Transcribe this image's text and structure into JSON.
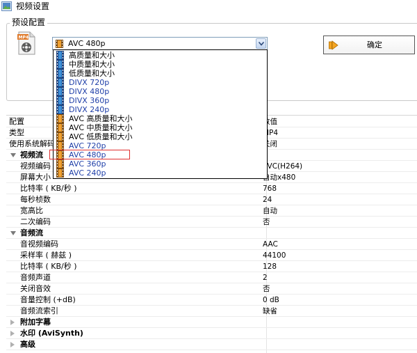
{
  "window": {
    "title": "视频设置"
  },
  "preset": {
    "group_label": "预设配置",
    "selected": "AVC 480p",
    "ok_label": "确定",
    "options": [
      {
        "label": "高质量和大小",
        "icon": "film-blue-icon",
        "style": "black"
      },
      {
        "label": "中质量和大小",
        "icon": "film-blue-icon",
        "style": "black"
      },
      {
        "label": "低质量和大小",
        "icon": "film-blue-icon",
        "style": "black"
      },
      {
        "label": "DIVX 720p",
        "icon": "film-blue-icon",
        "style": "blue"
      },
      {
        "label": "DIVX 480p",
        "icon": "film-blue-icon",
        "style": "blue"
      },
      {
        "label": "DIVX 360p",
        "icon": "film-blue-icon",
        "style": "blue"
      },
      {
        "label": "DIVX 240p",
        "icon": "film-blue-icon",
        "style": "blue"
      },
      {
        "label": "AVC 高质量和大小",
        "icon": "film-orange-icon",
        "style": "black"
      },
      {
        "label": "AVC 中质量和大小",
        "icon": "film-orange-icon",
        "style": "black"
      },
      {
        "label": "AVC 低质量和大小",
        "icon": "film-orange-icon",
        "style": "black"
      },
      {
        "label": "AVC 720p",
        "icon": "film-orange-icon",
        "style": "blue"
      },
      {
        "label": "AVC 480p",
        "icon": "film-orange-icon",
        "style": "blue"
      },
      {
        "label": "AVC 360p",
        "icon": "film-orange-icon",
        "style": "blue"
      },
      {
        "label": "AVC 240p",
        "icon": "film-orange-icon",
        "style": "blue"
      }
    ],
    "highlighted_option": "AVC 480p"
  },
  "grid": {
    "rows": [
      {
        "key": "配置",
        "value": "数值",
        "kind": "plain"
      },
      {
        "key": "类型",
        "value": "MP4",
        "kind": "plain"
      },
      {
        "key": "使用系统解码器",
        "value": "关闭",
        "kind": "plain"
      },
      {
        "key": "视频流",
        "value": "",
        "kind": "section-open"
      },
      {
        "key": "视频编码",
        "value": "AVC(H264)",
        "kind": "sub"
      },
      {
        "key": "屏幕大小",
        "value": "自动x480",
        "kind": "sub"
      },
      {
        "key": "比特率 ( KB/秒 )",
        "value": "768",
        "kind": "sub"
      },
      {
        "key": "每秒桢数",
        "value": "24",
        "kind": "sub"
      },
      {
        "key": "宽高比",
        "value": "自动",
        "kind": "sub"
      },
      {
        "key": "二次编码",
        "value": "否",
        "kind": "sub"
      },
      {
        "key": "音频流",
        "value": "",
        "kind": "section-open"
      },
      {
        "key": "音视频编码",
        "value": "AAC",
        "kind": "sub"
      },
      {
        "key": "采样率 ( 赫兹 )",
        "value": "44100",
        "kind": "sub"
      },
      {
        "key": "比特率 ( KB/秒 )",
        "value": "128",
        "kind": "sub"
      },
      {
        "key": "音频声道",
        "value": "2",
        "kind": "sub"
      },
      {
        "key": "关闭音效",
        "value": "否",
        "kind": "sub"
      },
      {
        "key": "音量控制 (+dB)",
        "value": "0 dB",
        "kind": "sub"
      },
      {
        "key": "音频流索引",
        "value": "缺省",
        "kind": "sub"
      },
      {
        "key": "附加字幕",
        "value": "",
        "kind": "section-closed"
      },
      {
        "key": "水印 (AviSynth)",
        "value": "",
        "kind": "section-closed"
      },
      {
        "key": "高级",
        "value": "",
        "kind": "section-closed"
      }
    ]
  },
  "colors": {
    "option_blue_text": "#1f3fa8",
    "highlight_box": "#e03030",
    "combo_border": "#7f9db9"
  }
}
